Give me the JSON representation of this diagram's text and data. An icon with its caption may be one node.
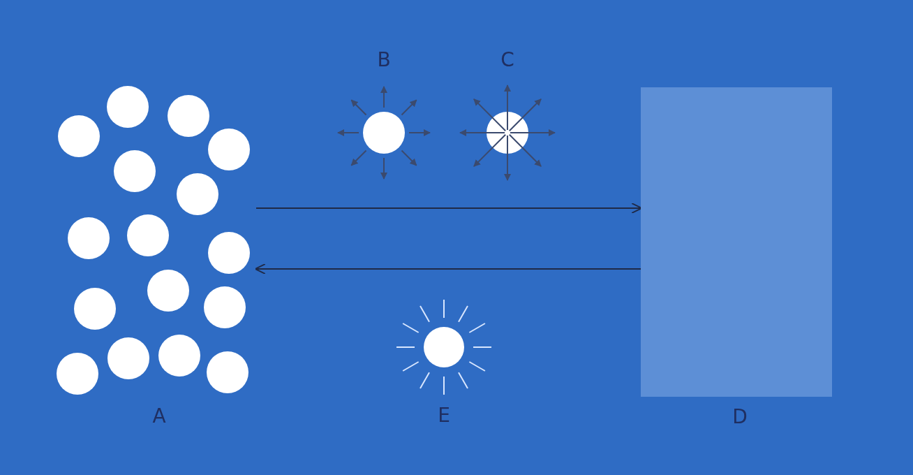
{
  "diagram": {
    "nodes": [
      {
        "text": [
          "A"
        ]
      },
      {
        "text": [
          "B"
        ]
      },
      {
        "text": [
          "C"
        ]
      },
      {
        "text": [
          "D"
        ]
      },
      {
        "text": [
          "E"
        ]
      }
    ],
    "edges": [
      {
        "from": 0,
        "to": 3,
        "arrow": "to"
      },
      {
        "from": 3,
        "to": 0,
        "arrow": "to"
      }
    ]
  }
}
